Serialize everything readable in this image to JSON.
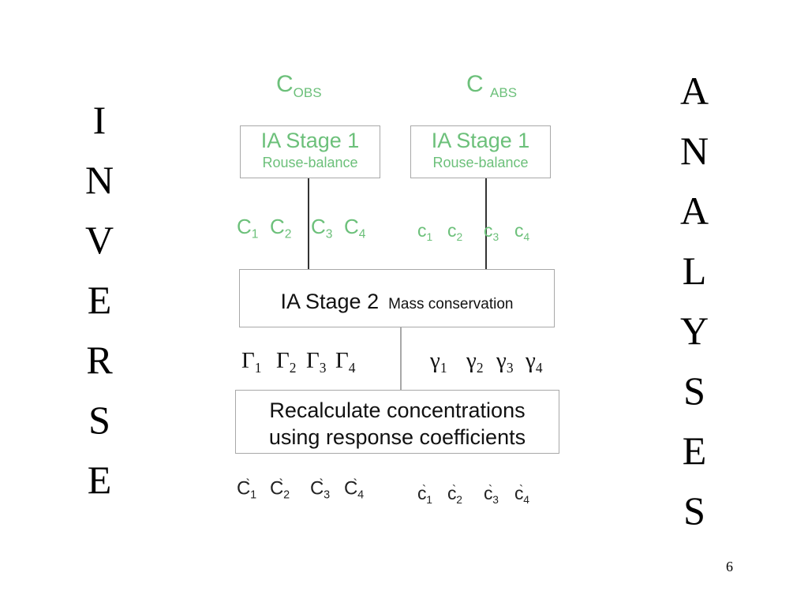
{
  "inverse_letters": [
    "I",
    "N",
    "V",
    "E",
    "R",
    "S",
    "E"
  ],
  "analyses_letters": [
    "A",
    "N",
    "A",
    "L",
    "Y",
    "S",
    "E",
    "S"
  ],
  "headers": {
    "left": {
      "main": "C",
      "sub": "OBS"
    },
    "right": {
      "main": "C",
      "sub": "ABS"
    }
  },
  "stage1": {
    "left": {
      "title": "IA Stage 1",
      "subtitle": "Rouse-balance"
    },
    "right": {
      "title": "IA Stage 1",
      "subtitle": "Rouse-balance"
    }
  },
  "stage1_outputs": {
    "left": [
      {
        "main": "C",
        "sub": "1"
      },
      {
        "main": "C",
        "sub": "2"
      },
      {
        "main": "C",
        "sub": "3"
      },
      {
        "main": "C",
        "sub": "4"
      }
    ],
    "right": [
      {
        "main": "c",
        "sub": "1"
      },
      {
        "main": "c",
        "sub": "2"
      },
      {
        "main": "c",
        "sub": "3"
      },
      {
        "main": "c",
        "sub": "4"
      }
    ]
  },
  "stage2": {
    "title": "IA Stage 2",
    "subtitle": "Mass conservation"
  },
  "coefficients": {
    "left": [
      {
        "main": "Γ",
        "sub": "1"
      },
      {
        "main": "Γ",
        "sub": "2"
      },
      {
        "main": "Γ",
        "sub": "3"
      },
      {
        "main": "Γ",
        "sub": "4"
      }
    ],
    "right": [
      {
        "main": "γ",
        "sub": "1"
      },
      {
        "main": "γ",
        "sub": "2"
      },
      {
        "main": "γ",
        "sub": "3"
      },
      {
        "main": "γ",
        "sub": "4"
      }
    ]
  },
  "recalc": {
    "line1": "Recalculate concentrations",
    "line2": "using response coefficients"
  },
  "recalc_outputs": {
    "prime_mark": "`",
    "left": [
      {
        "main": "C",
        "sub": "1"
      },
      {
        "main": "C",
        "sub": "2"
      },
      {
        "main": "C",
        "sub": "3"
      },
      {
        "main": "C",
        "sub": "4"
      }
    ],
    "right": [
      {
        "main": "c",
        "sub": "1"
      },
      {
        "main": "c",
        "sub": "2"
      },
      {
        "main": "c",
        "sub": "3"
      },
      {
        "main": "c",
        "sub": "4"
      }
    ]
  },
  "page_number": "6",
  "colors": {
    "accent_green": "#6cc07a",
    "box_border": "#a8a8a8",
    "text": "#111111"
  }
}
